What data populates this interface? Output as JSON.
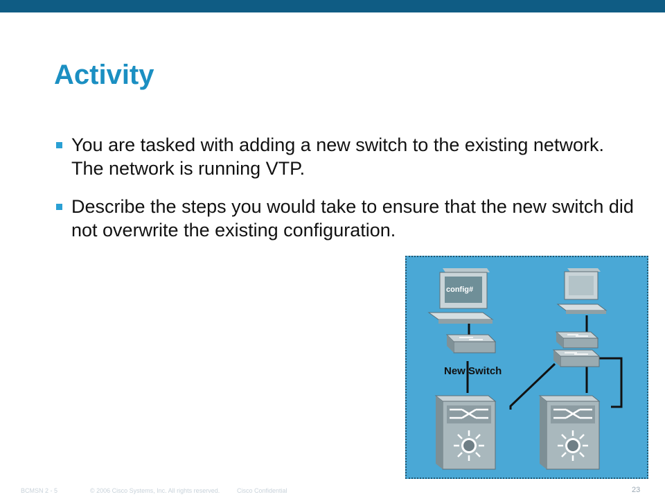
{
  "slide": {
    "title": "Activity",
    "bullets": [
      "You are tasked with adding a new switch to the existing network. The network is running VTP.",
      "Describe the steps you would take to ensure that the new switch did not overwrite the existing configuration."
    ],
    "page_number": "23"
  },
  "diagram": {
    "pc_screen_text": "config#",
    "new_switch_label": "New Switch"
  },
  "footer": {
    "course": "BCMSN 2 - 5",
    "copyright": "© 2006 Cisco Systems, Inc. All rights reserved.",
    "confidential": "Cisco Confidential"
  },
  "colors": {
    "header_bar": "#0f5c84",
    "title": "#1b8fc2",
    "bullet_marker": "#2aa0d4",
    "diagram_background": "#4aa8d6"
  }
}
